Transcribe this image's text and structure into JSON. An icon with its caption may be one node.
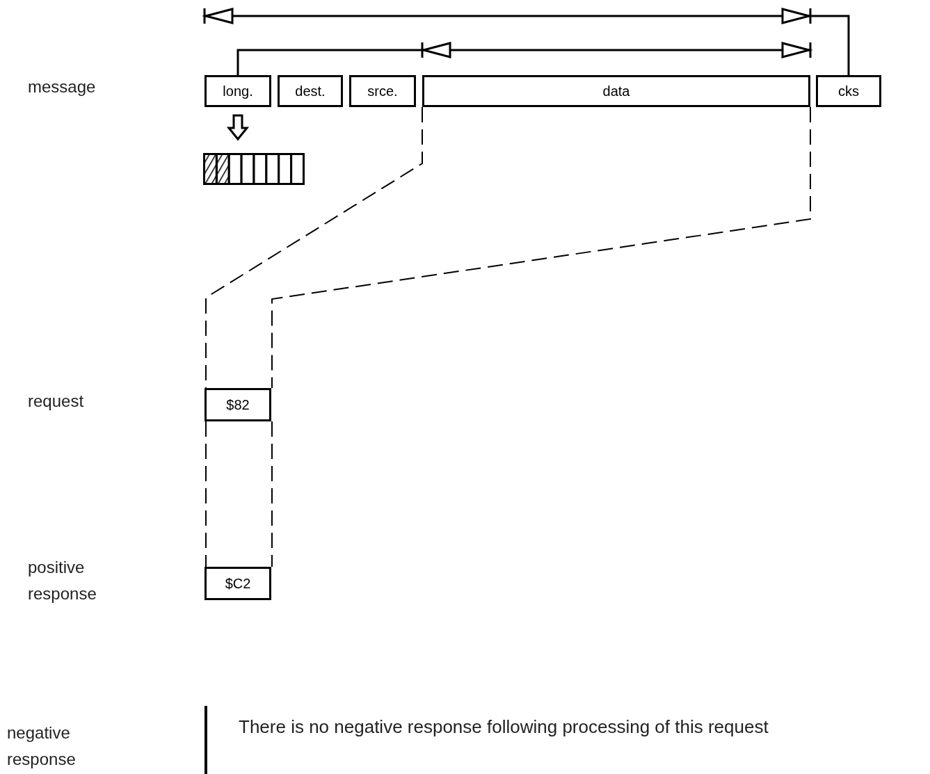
{
  "diagram": {
    "nodes": [
      {
        "text": [
          "long."
        ]
      },
      {
        "text": [
          "dest."
        ]
      },
      {
        "text": [
          "srce."
        ]
      },
      {
        "text": [
          "data"
        ]
      },
      {
        "text": [
          "cks"
        ]
      },
      {
        "text": [],
        "shape": "bar"
      },
      {
        "text": [
          "$82"
        ]
      },
      {
        "text": [
          "$C2"
        ]
      }
    ],
    "edges": [
      {
        "from": 0,
        "to": 5,
        "arrow": "to"
      },
      {
        "from": 3,
        "to": 6,
        "arrow": "none",
        "style": "dashed"
      },
      {
        "from": 3,
        "to": 6,
        "arrow": "none",
        "style": "dashed"
      },
      {
        "from": 6,
        "to": 7,
        "arrow": "none",
        "style": "dashed"
      },
      {
        "from": 6,
        "to": 7,
        "arrow": "none",
        "style": "dashed"
      }
    ],
    "labels": [
      "message",
      "request",
      "positive response",
      "negative response",
      "There is no negative response following processing of this request"
    ]
  }
}
